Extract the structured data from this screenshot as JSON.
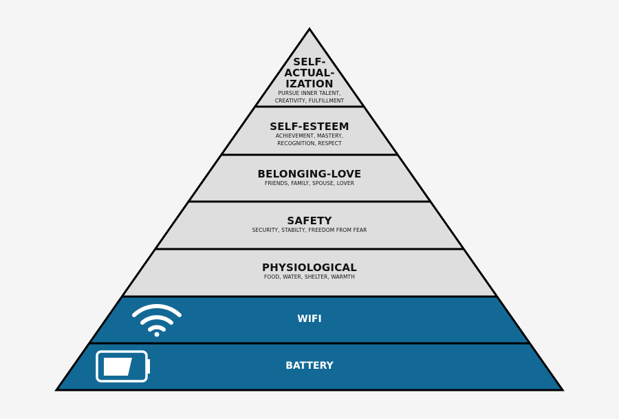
{
  "diagram": {
    "type": "pyramid",
    "colors": {
      "background": "#f5f5f5",
      "gray_fill": "#dedede",
      "blue_fill": "#136996",
      "outline": "#000000",
      "icon": "#ffffff"
    },
    "levels": [
      {
        "title_lines": [
          "SELF-",
          "ACTUAL-",
          "IZATION"
        ],
        "subtitle_lines": [
          "PURSUE INNER TALENT,",
          "CREATIVITY, FULFILLMENT"
        ]
      },
      {
        "title": "SELF-ESTEEM",
        "subtitle_lines": [
          "ACHIEVEMENT, MASTERY,",
          "RECOGNITION, RESPECT"
        ]
      },
      {
        "title": "BELONGING-LOVE",
        "subtitle": "FRIENDS, FAMILY, SPOUSE, LOVER"
      },
      {
        "title": "SAFETY",
        "subtitle": "SECURITY, STABILTY, FREEDOM FROM FEAR"
      },
      {
        "title": "PHYSIOLOGICAL",
        "subtitle": "FOOD, WATER, SHELTER, WARMTH"
      },
      {
        "title": "WIFI",
        "icon": "wifi-icon"
      },
      {
        "title": "BATTERY",
        "icon": "battery-icon"
      }
    ]
  }
}
